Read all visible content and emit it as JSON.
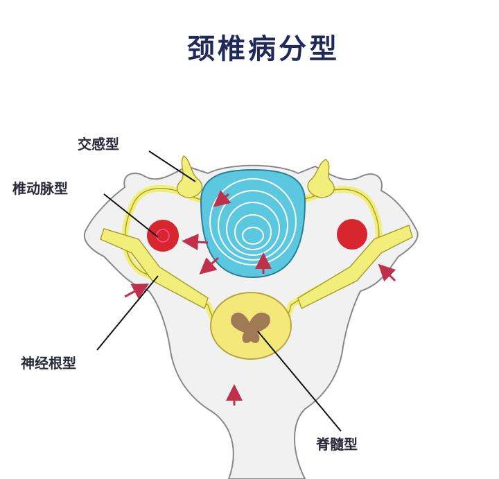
{
  "title": "颈椎病分型",
  "labels": {
    "sympathetic": "交感型",
    "vertebral_artery": "椎动脉型",
    "nerve_root": "神经根型",
    "spinal_cord": "脊髓型"
  },
  "colors": {
    "title": "#1f2a5a",
    "disc": "#5bc8e0",
    "artery": "#d7262e",
    "nerve": "#f2ee7a",
    "bone": "#f1f1f1",
    "arrow": "#c0304a"
  }
}
